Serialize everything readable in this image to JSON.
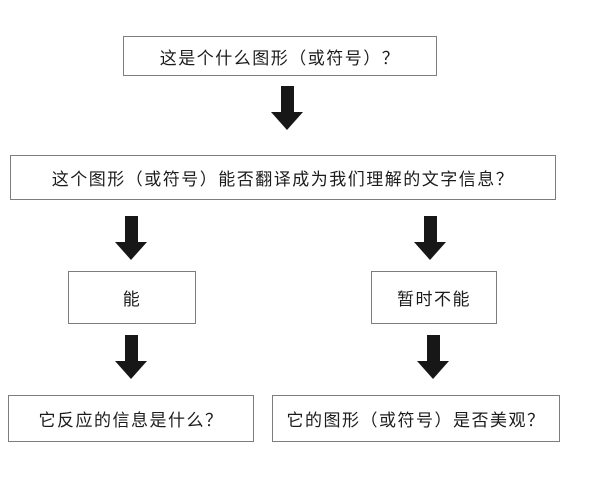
{
  "flowchart": {
    "nodes": {
      "start": "这是个什么图形（或符号）？",
      "question": "这个图形（或符号）能否翻译成为我们理解的文字信息？",
      "yes": "能",
      "no": "暂时不能",
      "yes_result": "它反应的信息是什么？",
      "no_result": "它的图形（或符号）是否美观？"
    },
    "colors": {
      "arrow": "#171717",
      "box_border": "#7d7d7d",
      "text": "#1c1c1c",
      "background": "#ffffff"
    }
  }
}
